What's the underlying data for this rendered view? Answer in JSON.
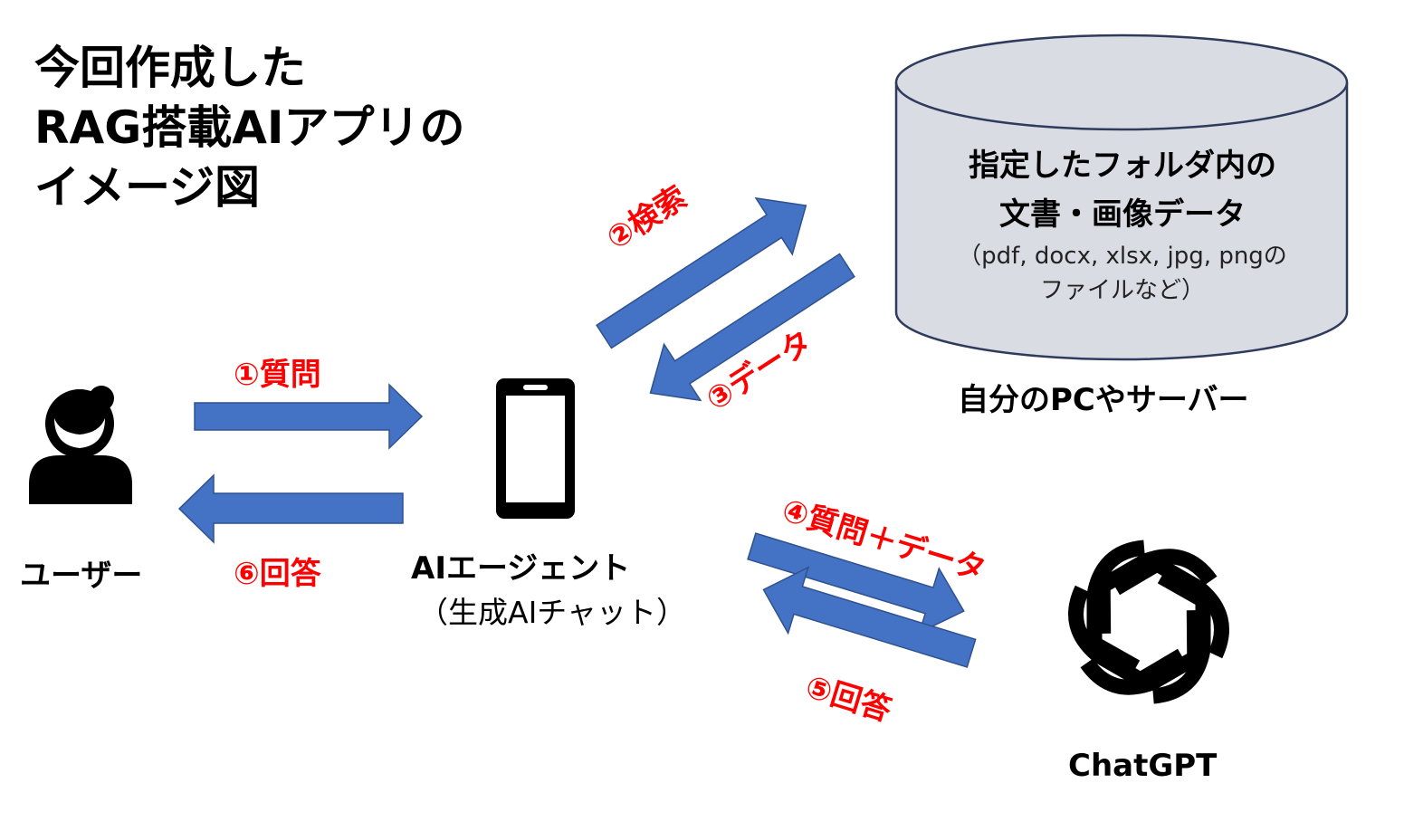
{
  "title": {
    "line1": "今回作成した",
    "line2": "RAG搭載AIアプリの",
    "line3": "イメージ図"
  },
  "database": {
    "line1": "指定したフォルダ内の",
    "line2": "文書・画像データ",
    "sub1": "（pdf, docx, xlsx, jpg, pngの",
    "sub2": "ファイルなど）",
    "caption": "自分のPCやサーバー"
  },
  "nodes": {
    "user": "ユーザー",
    "agent": "AIエージェント",
    "agent_sub": "（生成AIチャット）",
    "chatgpt": "ChatGPT"
  },
  "steps": {
    "s1": "①質問",
    "s2": "②検索",
    "s3": "③データ",
    "s4": "④質問＋データ",
    "s5": "⑤回答",
    "s6": "⑥回答"
  },
  "colors": {
    "arrow_fill": "#4472C4",
    "arrow_stroke": "#2F528F",
    "step_text": "#FF0000",
    "db_fill": "#D9DCE3",
    "db_stroke": "#2F3B5C"
  },
  "icons": {
    "user": "person-icon",
    "agent": "smartphone-icon",
    "chatgpt": "openai-logo-icon"
  }
}
